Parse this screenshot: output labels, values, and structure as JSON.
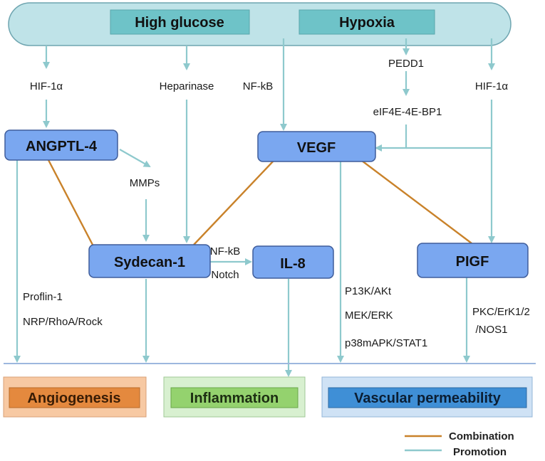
{
  "top": {
    "high_glucose": "High glucose",
    "hypoxia": "Hypoxia"
  },
  "labels": {
    "hif_left": "HIF-1α",
    "heparinase": "Heparinase",
    "nfkb_top": "NF-kB",
    "pedd1": "PEDD1",
    "eif4e": "eIF4E-4E-BP1",
    "hif_right": "HIF-1α",
    "mmps": "MMPs",
    "nfkb_mid": "NF-kB",
    "notch": "Notch",
    "proflin": "Proflin-1",
    "nrp": "NRP/RhoA/Rock",
    "p13k": "P13K/AKt",
    "mek": "MEK/ERK",
    "p38": "p38mAPK/STAT1",
    "pkc": "PKC/ErK1/2",
    "nos1": "/NOS1"
  },
  "nodes": {
    "angptl4": "ANGPTL-4",
    "vegf": "VEGF",
    "sydecan": "Sydecan-1",
    "il8": "IL-8",
    "pigf": "PIGF"
  },
  "outcomes": {
    "angiogenesis": "Angiogenesis",
    "inflammation": "Inflammation",
    "vascular": "Vascular permeability"
  },
  "legend": {
    "combination": "Combination",
    "promotion": "Promotion"
  },
  "colors": {
    "promotion": "#8ec9cd",
    "combination": "#c9822a",
    "node_fill": "#7aa7f0",
    "node_stroke": "#3f5d9b",
    "ellipse_fill": "#bfe3e8",
    "ellipse_stroke": "#6fa5b0",
    "top_box_fill": "#6ec3c8",
    "baseline": "#9db7de",
    "angiogenesis_outer": "#f7c9a3",
    "angiogenesis_inner": "#e4893e",
    "inflammation_outer": "#d8f0d0",
    "inflammation_inner": "#94d26e",
    "vascular_outer": "#cfe2f5",
    "vascular_inner": "#3f8fd6"
  }
}
